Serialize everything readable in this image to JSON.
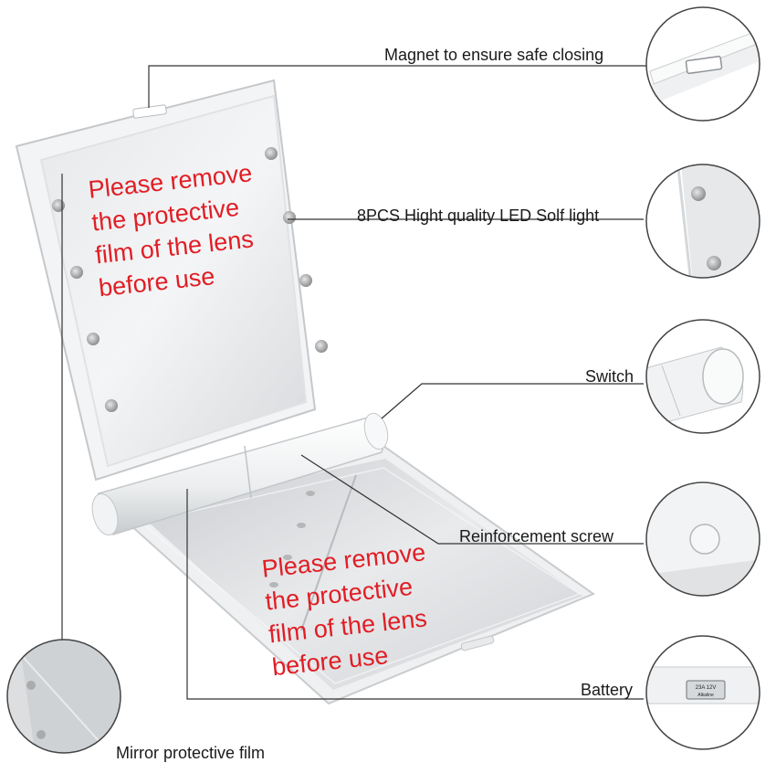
{
  "callouts": {
    "magnet": "Magnet to ensure safe closing",
    "led": "8PCS Hight quality LED Solf light",
    "switch": "Switch",
    "screw": "Reinforcement screw",
    "battery": "Battery",
    "film": "Mirror protective film"
  },
  "film_notice": {
    "top": "Please remove\nthe protective\nfilm of the lens\nbefore use",
    "bottom": "Please remove\nthe protective\nfilm of the lens\nbefore use"
  },
  "battery_text": {
    "line1": "23A 12V",
    "line2": "Alkaline"
  },
  "colors": {
    "notice_red": "#e01e25",
    "product_white": "#f4f5f6",
    "mirror_gray": "#d9dbdd",
    "leader_line": "#333333"
  }
}
